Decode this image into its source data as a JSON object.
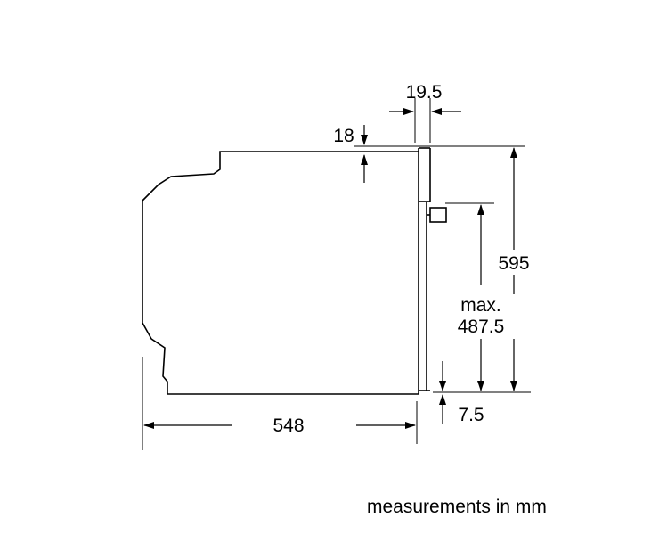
{
  "dimensions": {
    "depth": "548",
    "height": "595",
    "front_panel_thickness": "19.5",
    "top_offset": "18",
    "max_door_clearance_line1": "max.",
    "max_door_clearance_line2": "487.5",
    "bottom_offset": "7.5"
  },
  "caption": "measurements in mm",
  "colors": {
    "line": "#000000",
    "background": "#ffffff"
  }
}
